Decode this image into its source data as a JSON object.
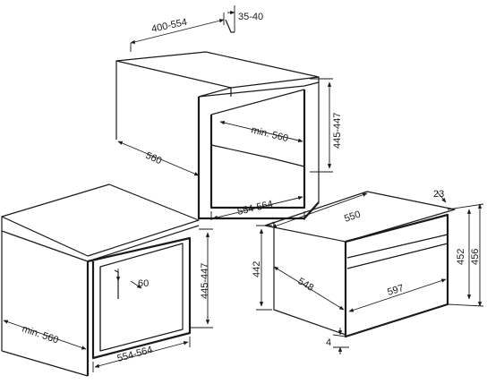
{
  "labels": {
    "top_cab_width": "400-554",
    "top_cab_back_gap": "35-40",
    "top_cab_depth": "560",
    "top_cab_opening_height": "445-447",
    "top_cab_min_depth": "min. 560",
    "top_cab_opening_width": "554-564",
    "low_cab_depth": "min. 560",
    "low_cab_opening_height": "445-447",
    "low_cab_vent": "60",
    "low_cab_opening_width": "554-564",
    "oven_top_width": "550",
    "oven_front_offset": "23",
    "oven_height_body": "442",
    "oven_height_front": "452",
    "oven_height_total": "456",
    "oven_depth": "548",
    "oven_front_width": "597",
    "oven_bottom_offset": "4"
  }
}
